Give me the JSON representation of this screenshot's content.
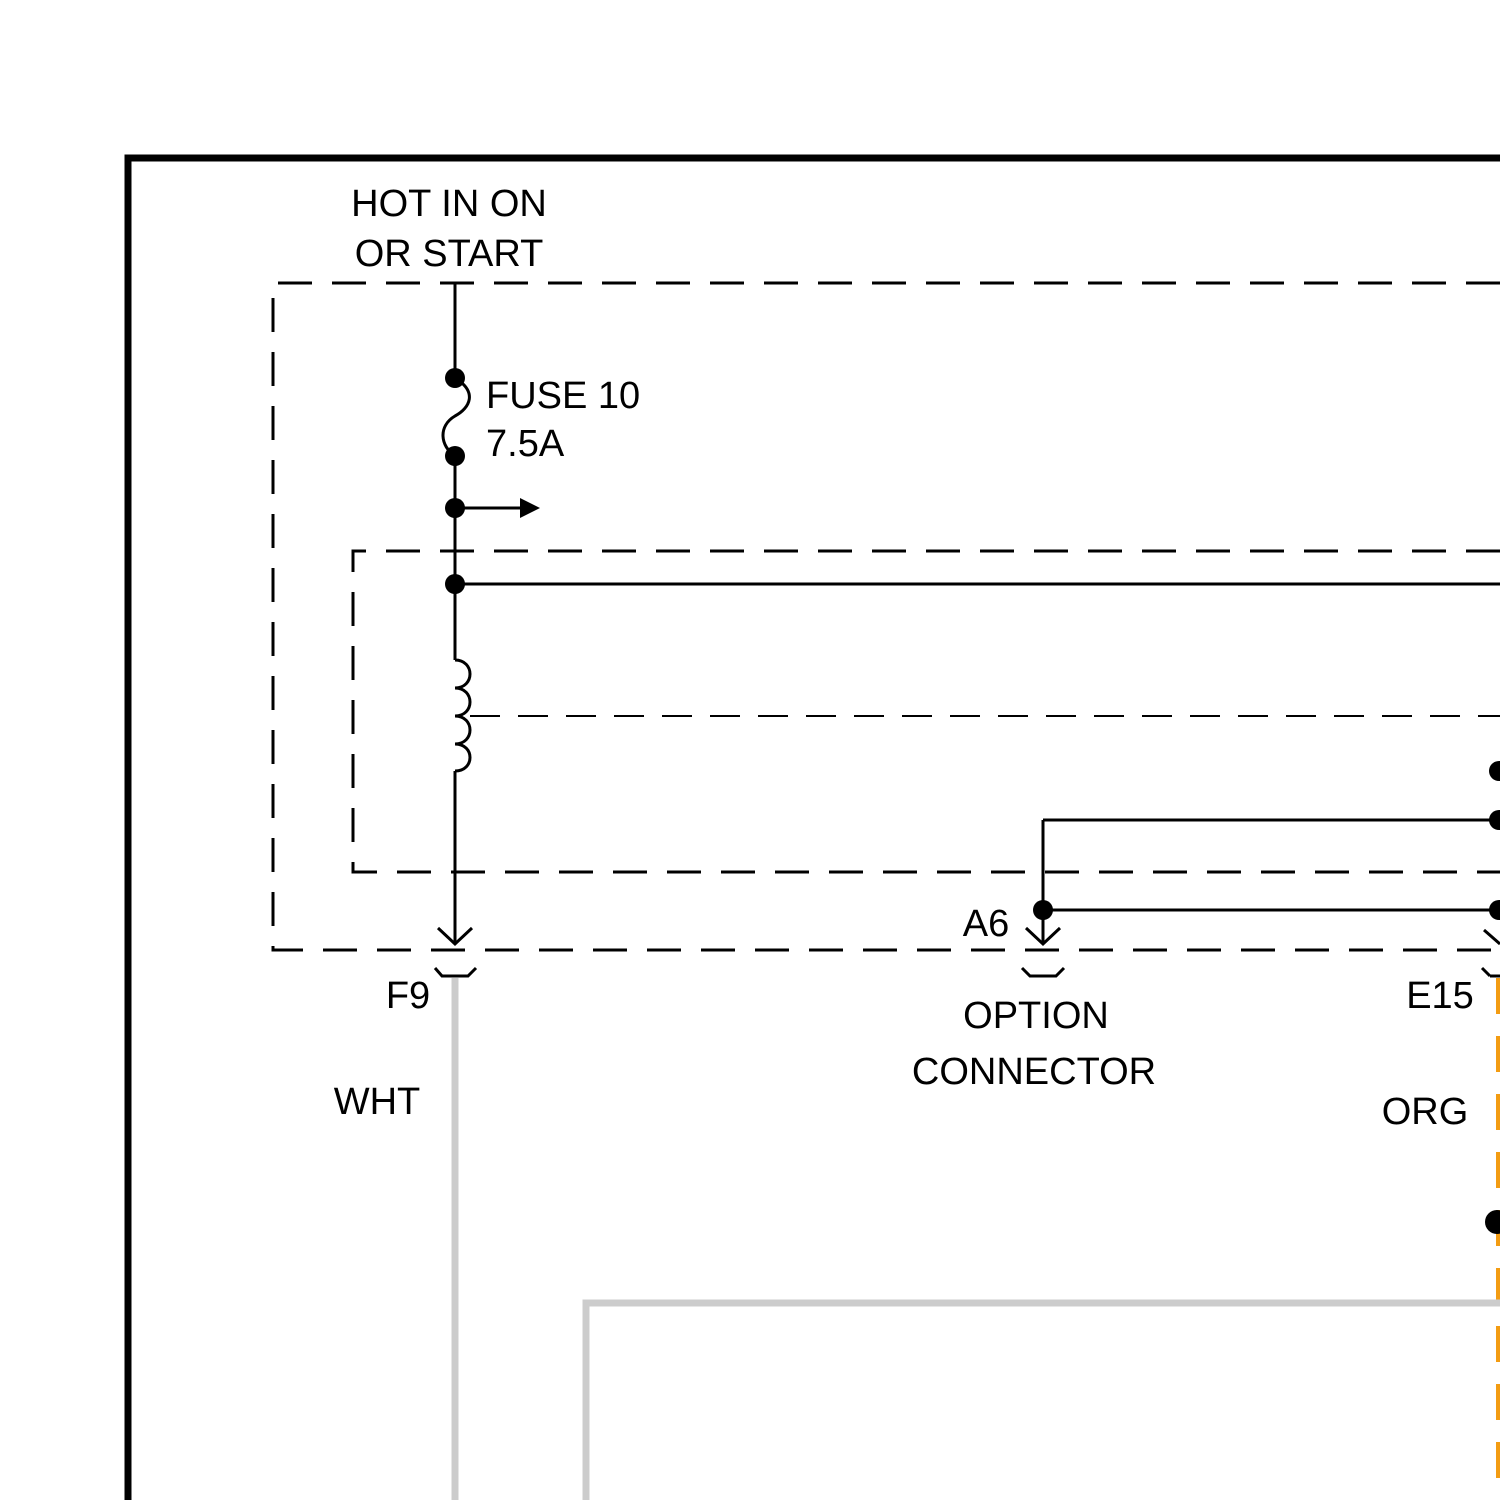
{
  "labels": {
    "power_line1": "HOT IN ON",
    "power_line2": "OR START",
    "fuse_line1": "FUSE 10",
    "fuse_line2": "7.5A",
    "pin_f9": "F9",
    "pin_a6": "A6",
    "pin_e15": "E15",
    "option_line1": "OPTION",
    "option_line2": "CONNECTOR",
    "wire_wht": "WHT",
    "wire_org": "ORG"
  },
  "colors": {
    "line": "#000000",
    "wht_wire": "#cccccc",
    "org_wire": "#f39c12",
    "background": "#ffffff"
  }
}
